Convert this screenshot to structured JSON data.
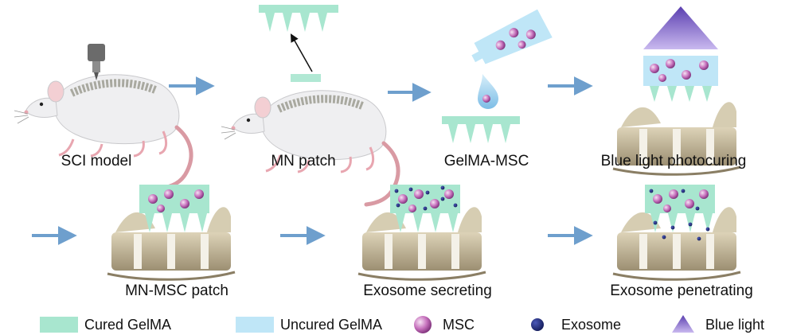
{
  "steps": {
    "sci_model": "SCI model",
    "mn_patch": "MN patch",
    "gelma_msc": "GelMA-MSC",
    "blue_light_photocuring": "Blue light photocuring",
    "mn_msc_patch": "MN-MSC patch",
    "exosome_secreting": "Exosome secreting",
    "exosome_penetrating": "Exosome penetrating"
  },
  "legend": {
    "cured_gelma": "Cured GelMA",
    "uncured_gelma": "Uncured GelMA",
    "msc": "MSC",
    "exosome": "Exosome",
    "blue_light": "Blue light"
  },
  "colors": {
    "cured_gelma": "#a8e6cf",
    "uncured_gelma": "#bfe6f7",
    "msc": "#b05aa8",
    "exosome": "#1f2a7a",
    "blue_light": "#8a6fc9",
    "arrow": "#6e9fcd"
  }
}
